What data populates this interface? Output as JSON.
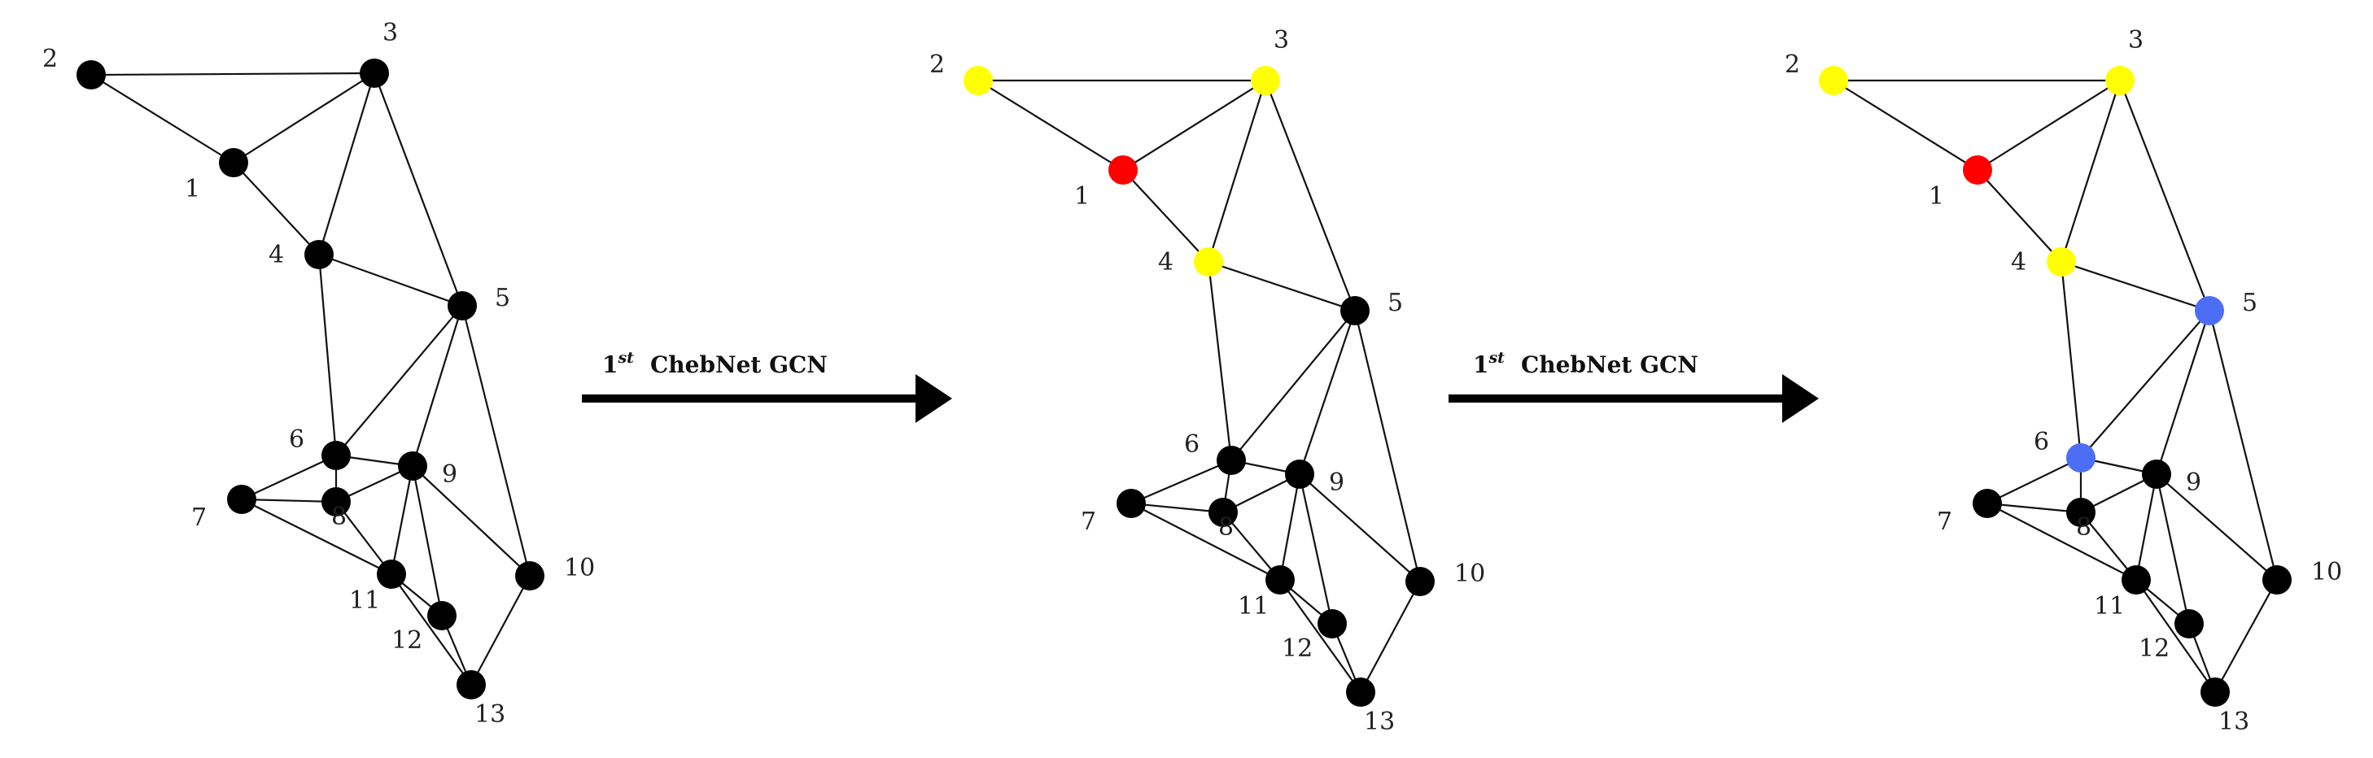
{
  "nodes": [
    "1",
    "2",
    "3",
    "4",
    "5",
    "6",
    "7",
    "8",
    "9",
    "10",
    "11",
    "12",
    "13"
  ],
  "edges": [
    [
      "2",
      "3"
    ],
    [
      "2",
      "1"
    ],
    [
      "1",
      "3"
    ],
    [
      "1",
      "4"
    ],
    [
      "4",
      "3"
    ],
    [
      "3",
      "5"
    ],
    [
      "4",
      "5"
    ],
    [
      "4",
      "6"
    ],
    [
      "6",
      "5"
    ],
    [
      "6",
      "9"
    ],
    [
      "6",
      "8"
    ],
    [
      "5",
      "9"
    ],
    [
      "5",
      "10"
    ],
    [
      "7",
      "6"
    ],
    [
      "7",
      "8"
    ],
    [
      "7",
      "11"
    ],
    [
      "8",
      "9"
    ],
    [
      "8",
      "11"
    ],
    [
      "9",
      "11"
    ],
    [
      "9",
      "12"
    ],
    [
      "9",
      "10"
    ],
    [
      "11",
      "12"
    ],
    [
      "11",
      "13"
    ],
    [
      "12",
      "13"
    ],
    [
      "10",
      "13"
    ]
  ],
  "colors": {
    "default": "#000000",
    "red": "#ff0000",
    "yellow": "#ffff00",
    "blue": "#4c6ef5"
  },
  "graphs": [
    {
      "node_colors": {}
    },
    {
      "node_colors": {
        "1": "red",
        "2": "yellow",
        "3": "yellow",
        "4": "yellow"
      }
    },
    {
      "node_colors": {
        "1": "red",
        "2": "yellow",
        "3": "yellow",
        "4": "yellow",
        "5": "blue",
        "6": "blue"
      }
    }
  ],
  "arrows": [
    {
      "label_prefix": "1",
      "label_sup": "st",
      "label_main": "ChebNet GCN"
    },
    {
      "label_prefix": "1",
      "label_sup": "st",
      "label_main": "ChebNet GCN"
    }
  ]
}
